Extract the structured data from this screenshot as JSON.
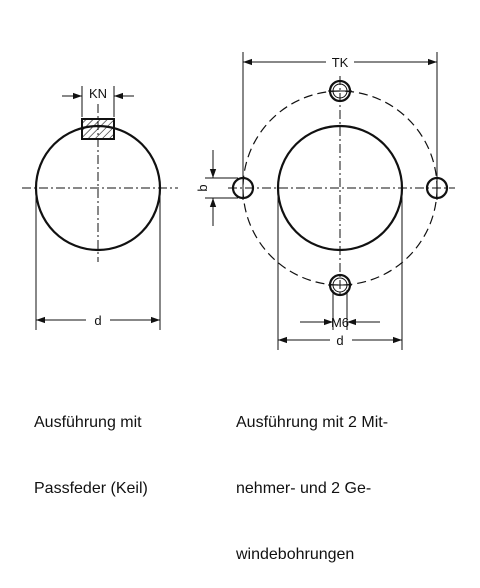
{
  "left_view": {
    "dimension_top": "KN",
    "dimension_bottom": "d",
    "caption_lines": [
      "Ausführung mit",
      "Passfeder (Keil)"
    ]
  },
  "right_view": {
    "dimension_top": "TK",
    "dimension_left": "b",
    "dimension_thread": "M6",
    "dimension_bottom": "d",
    "caption_lines": [
      "Ausführung mit 2 Mit-",
      "nehmer- und 2 Ge-",
      "windebohrungen"
    ]
  }
}
